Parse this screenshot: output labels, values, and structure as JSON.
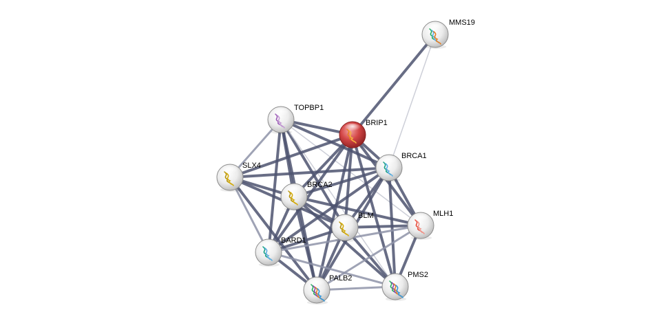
{
  "network": {
    "nodes": [
      {
        "id": "MMS19",
        "label": "MMS19",
        "query": false,
        "glyph": "mixed"
      },
      {
        "id": "TOPBP1",
        "label": "TOPBP1",
        "query": false,
        "glyph": "purple"
      },
      {
        "id": "BRIP1",
        "label": "BRIP1",
        "query": true,
        "glyph": "orange"
      },
      {
        "id": "BRCA1",
        "label": "BRCA1",
        "query": false,
        "glyph": "teal"
      },
      {
        "id": "SLX4",
        "label": "SLX4",
        "query": false,
        "glyph": "gold"
      },
      {
        "id": "BRCA2",
        "label": "BRCA2",
        "query": false,
        "glyph": "gold"
      },
      {
        "id": "BLM",
        "label": "BLM",
        "query": false,
        "glyph": "gold"
      },
      {
        "id": "MLH1",
        "label": "MLH1",
        "query": false,
        "glyph": "red"
      },
      {
        "id": "BARD1",
        "label": "BARD1",
        "query": false,
        "glyph": "teal"
      },
      {
        "id": "PALB2",
        "label": "PALB2",
        "query": false,
        "glyph": "rainbow"
      },
      {
        "id": "PMS2",
        "label": "PMS2",
        "query": false,
        "glyph": "rainbow"
      }
    ],
    "edges": [
      {
        "source": "MMS19",
        "target": "BRIP1",
        "strength": "strong"
      },
      {
        "source": "MMS19",
        "target": "BRCA1",
        "strength": "faint"
      },
      {
        "source": "TOPBP1",
        "target": "BRIP1",
        "strength": "strong"
      },
      {
        "source": "TOPBP1",
        "target": "BRCA1",
        "strength": "strong"
      },
      {
        "source": "TOPBP1",
        "target": "SLX4",
        "strength": "medium"
      },
      {
        "source": "TOPBP1",
        "target": "BRCA2",
        "strength": "strong"
      },
      {
        "source": "TOPBP1",
        "target": "BLM",
        "strength": "strong"
      },
      {
        "source": "TOPBP1",
        "target": "BARD1",
        "strength": "strong"
      },
      {
        "source": "TOPBP1",
        "target": "PALB2",
        "strength": "strong"
      },
      {
        "source": "TOPBP1",
        "target": "PMS2",
        "strength": "faint"
      },
      {
        "source": "TOPBP1",
        "target": "MLH1",
        "strength": "faint"
      },
      {
        "source": "BRIP1",
        "target": "BRCA1",
        "strength": "strong"
      },
      {
        "source": "BRIP1",
        "target": "SLX4",
        "strength": "strong"
      },
      {
        "source": "BRIP1",
        "target": "BRCA2",
        "strength": "strong"
      },
      {
        "source": "BRIP1",
        "target": "BLM",
        "strength": "strong"
      },
      {
        "source": "BRIP1",
        "target": "MLH1",
        "strength": "strong"
      },
      {
        "source": "BRIP1",
        "target": "BARD1",
        "strength": "strong"
      },
      {
        "source": "BRIP1",
        "target": "PALB2",
        "strength": "strong"
      },
      {
        "source": "BRIP1",
        "target": "PMS2",
        "strength": "strong"
      },
      {
        "source": "BRCA1",
        "target": "SLX4",
        "strength": "strong"
      },
      {
        "source": "BRCA1",
        "target": "BRCA2",
        "strength": "strong"
      },
      {
        "source": "BRCA1",
        "target": "BLM",
        "strength": "strong"
      },
      {
        "source": "BRCA1",
        "target": "MLH1",
        "strength": "strong"
      },
      {
        "source": "BRCA1",
        "target": "BARD1",
        "strength": "strong"
      },
      {
        "source": "BRCA1",
        "target": "PALB2",
        "strength": "strong"
      },
      {
        "source": "BRCA1",
        "target": "PMS2",
        "strength": "strong"
      },
      {
        "source": "SLX4",
        "target": "BRCA2",
        "strength": "strong"
      },
      {
        "source": "SLX4",
        "target": "BLM",
        "strength": "strong"
      },
      {
        "source": "SLX4",
        "target": "BARD1",
        "strength": "medium"
      },
      {
        "source": "SLX4",
        "target": "PALB2",
        "strength": "strong"
      },
      {
        "source": "BRCA2",
        "target": "BLM",
        "strength": "strong"
      },
      {
        "source": "BRCA2",
        "target": "MLH1",
        "strength": "strong"
      },
      {
        "source": "BRCA2",
        "target": "BARD1",
        "strength": "strong"
      },
      {
        "source": "BRCA2",
        "target": "PALB2",
        "strength": "strong"
      },
      {
        "source": "BRCA2",
        "target": "PMS2",
        "strength": "strong"
      },
      {
        "source": "BLM",
        "target": "MLH1",
        "strength": "strong"
      },
      {
        "source": "BLM",
        "target": "BARD1",
        "strength": "strong"
      },
      {
        "source": "BLM",
        "target": "PALB2",
        "strength": "strong"
      },
      {
        "source": "BLM",
        "target": "PMS2",
        "strength": "strong"
      },
      {
        "source": "MLH1",
        "target": "PMS2",
        "strength": "strong"
      },
      {
        "source": "MLH1",
        "target": "BARD1",
        "strength": "medium"
      },
      {
        "source": "MLH1",
        "target": "PALB2",
        "strength": "medium"
      },
      {
        "source": "BARD1",
        "target": "PALB2",
        "strength": "strong"
      },
      {
        "source": "BARD1",
        "target": "PMS2",
        "strength": "medium"
      },
      {
        "source": "PALB2",
        "target": "PMS2",
        "strength": "medium"
      }
    ]
  },
  "colors": {
    "edge_strong": "#4d5370",
    "edge_medium": "#8e93a8",
    "edge_faint": "#c8cad4",
    "node_fill": "#f2f2f2",
    "node_stroke": "#8c8c8c",
    "query_fill": "#d24545",
    "query_stroke": "#8a2020",
    "label": "#000000",
    "background": "#ffffff"
  }
}
